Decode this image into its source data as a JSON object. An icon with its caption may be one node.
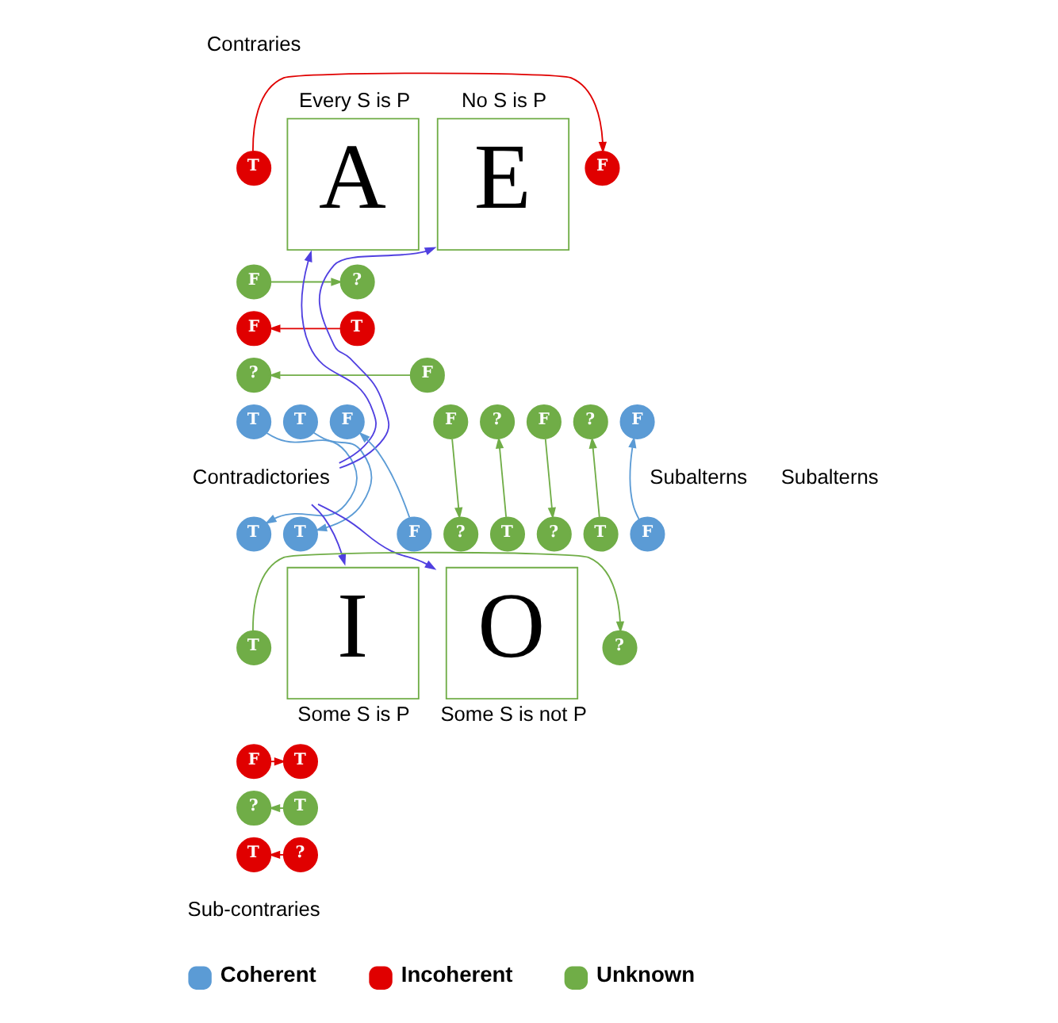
{
  "diagram": {
    "nodes": [
      {
        "text": [
          "A"
        ],
        "beside": [
          "Every S is P"
        ]
      },
      {
        "text": [
          "E"
        ],
        "beside": [
          "No S is P"
        ]
      },
      {
        "text": [
          "T"
        ]
      },
      {
        "text": [
          "F"
        ]
      },
      {
        "text": [
          "F"
        ]
      },
      {
        "text": [
          "?"
        ]
      },
      {
        "text": [
          "F"
        ]
      },
      {
        "text": [
          "T"
        ]
      },
      {
        "text": [
          "?"
        ]
      },
      {
        "text": [
          "F"
        ]
      },
      {
        "text": [
          "T"
        ]
      },
      {
        "text": [
          "F"
        ]
      },
      {
        "text": [
          "?"
        ]
      },
      {
        "text": [
          "F"
        ]
      },
      {
        "text": [
          "T"
        ]
      },
      {
        "text": [
          "F"
        ]
      },
      {
        "text": [
          "?"
        ]
      },
      {
        "text": [
          "F"
        ]
      },
      {
        "text": [
          "Contradictories"
        ]
      },
      {
        "text": [
          "T"
        ]
      },
      {
        "text": [
          "?"
        ]
      },
      {
        "text": [
          "T"
        ]
      },
      {
        "text": [
          "F"
        ]
      },
      {
        "text": [
          "T"
        ]
      },
      {
        "text": [
          "?"
        ]
      },
      {
        "text": [
          "T"
        ]
      },
      {
        "text": [
          "F"
        ]
      },
      {
        "text": [
          "I"
        ],
        "beside": [
          "Some S is P"
        ]
      },
      {
        "text": [
          "O"
        ],
        "beside": [
          "Some S is not P"
        ]
      },
      {
        "text": [
          "T"
        ]
      },
      {
        "text": [
          "?"
        ]
      },
      {
        "text": [
          "F"
        ]
      },
      {
        "text": [
          "T"
        ]
      },
      {
        "text": [
          "?"
        ]
      },
      {
        "text": [
          "T"
        ]
      },
      {
        "text": [
          "T"
        ]
      },
      {
        "text": [
          "?"
        ]
      }
    ],
    "edges": [
      {
        "from": 2,
        "to": 3,
        "arrow": "to",
        "color": "#e00000"
      },
      {
        "from": 4,
        "to": 5,
        "arrow": "to"
      },
      {
        "from": 7,
        "to": 6,
        "arrow": "to",
        "color": "#e00000"
      },
      {
        "from": 9,
        "to": 8,
        "arrow": "to"
      },
      {
        "from": 10,
        "to": 19,
        "arrow": "to",
        "color": "#5b9bd5"
      },
      {
        "from": 11,
        "to": 20,
        "arrow": "to"
      },
      {
        "from": 21,
        "to": 12,
        "arrow": "to"
      },
      {
        "from": 22,
        "to": 13,
        "arrow": "to",
        "color": "#5b9bd5"
      },
      {
        "from": 14,
        "to": 23,
        "arrow": "to",
        "color": "#5b9bd5"
      },
      {
        "from": 15,
        "to": 24,
        "arrow": "to"
      },
      {
        "from": 25,
        "to": 16,
        "arrow": "to"
      },
      {
        "from": 26,
        "to": 17,
        "arrow": "to",
        "color": "#5b9bd5"
      },
      {
        "from": 18,
        "to": 0,
        "arrow": "to",
        "color": "#5040e0"
      },
      {
        "from": 18,
        "to": 1,
        "arrow": "to",
        "color": "#5040e0"
      },
      {
        "from": 18,
        "to": 27,
        "arrow": "to",
        "color": "#5040e0"
      },
      {
        "from": 18,
        "to": 28,
        "arrow": "to",
        "color": "#5040e0"
      },
      {
        "from": 29,
        "to": 30,
        "arrow": "to"
      },
      {
        "from": 31,
        "to": 32,
        "arrow": "to",
        "color": "#e00000"
      },
      {
        "from": 34,
        "to": 33,
        "arrow": "to"
      },
      {
        "from": 36,
        "to": 35,
        "arrow": "to",
        "color": "#e00000"
      }
    ],
    "labels": [
      "Contraries",
      "Subalterns",
      "Subalterns",
      "Sub-contraries"
    ],
    "legend": [
      {
        "text": "Coherent",
        "color": "#5b9bd5"
      },
      {
        "text": "Incoherent",
        "color": "#e00000"
      },
      {
        "text": "Unknown",
        "color": "#70ad47"
      }
    ]
  }
}
